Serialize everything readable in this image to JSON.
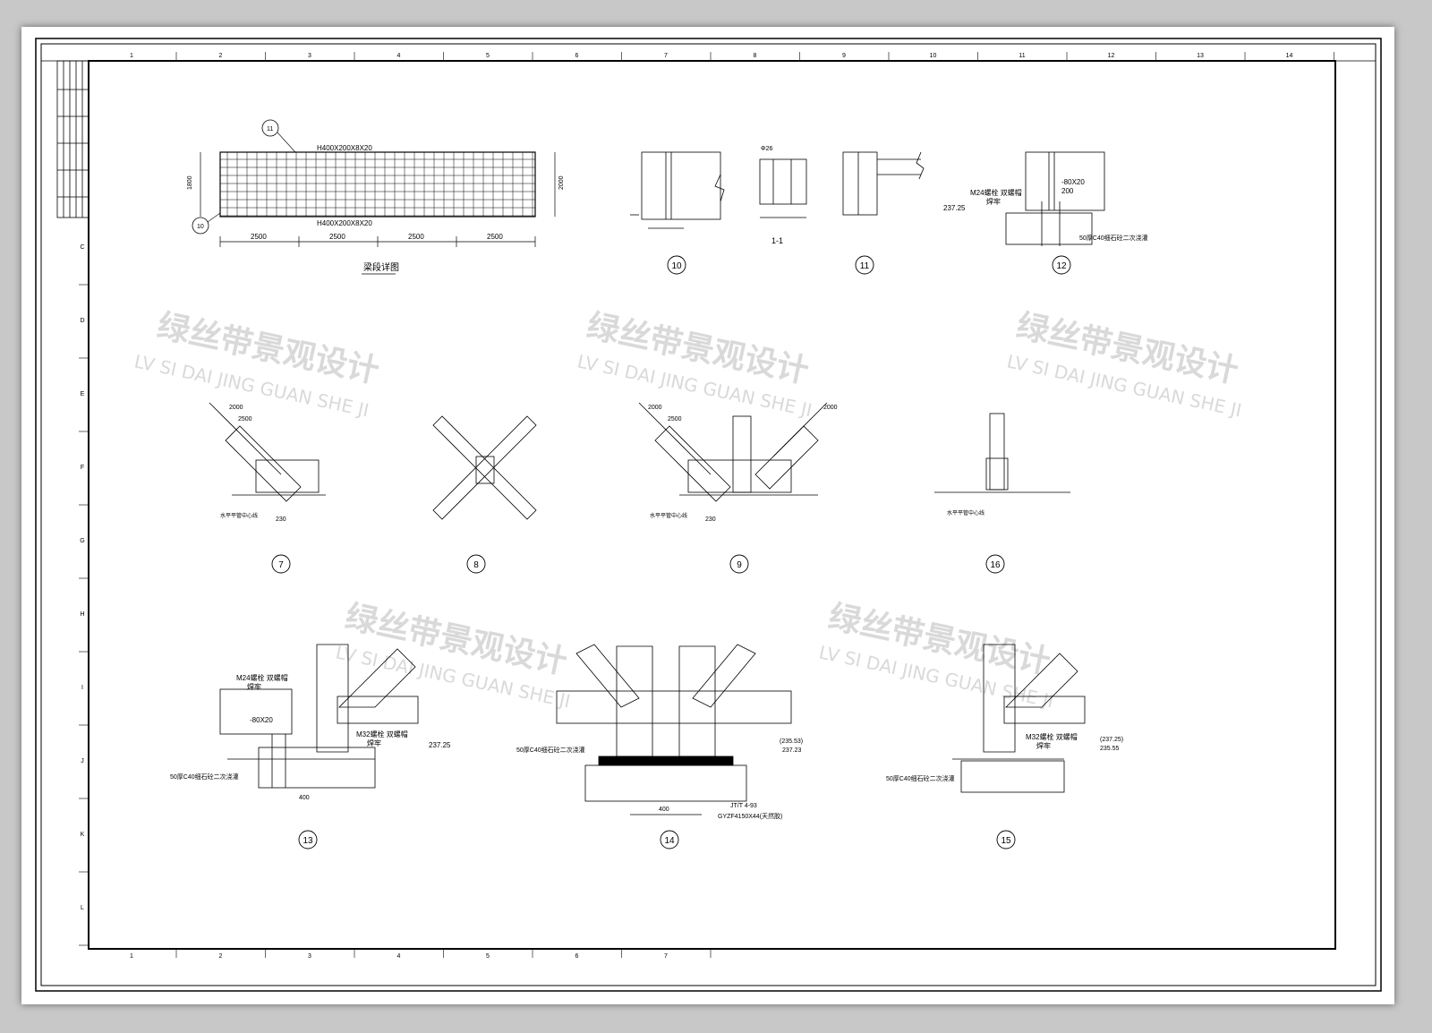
{
  "col_numbers_top": [
    "1",
    "2",
    "3",
    "4",
    "5",
    "6",
    "7",
    "8",
    "9",
    "10",
    "11",
    "12",
    "13",
    "14"
  ],
  "col_numbers_bottom": [
    "1",
    "2",
    "3",
    "4",
    "5",
    "6",
    "7"
  ],
  "row_letters": [
    "C",
    "D",
    "E",
    "F",
    "G",
    "H",
    "I",
    "J",
    "K",
    "L"
  ],
  "beam_detail": {
    "title": "梁段详图",
    "top_label": "H400X200X8X20",
    "bottom_label": "H400X200X8X20",
    "spans": [
      "2500",
      "2500",
      "2500",
      "2500"
    ],
    "left_height": "1800",
    "right_height": "2000",
    "callout_top": "11",
    "callout_bottom": "10"
  },
  "detail_numbers": [
    "10",
    "11",
    "12",
    "7",
    "8",
    "9",
    "16",
    "13",
    "14",
    "15"
  ],
  "section_label": "1-1",
  "notes": {
    "m24": "M24螺栓 双螺帽",
    "weld": "焊牢",
    "plate": "-80X20",
    "grout": "50厚C40细石砼二次浇灌",
    "m32": "M32螺栓 双螺帽",
    "elev1": "237.25",
    "elev2": "(235.53)",
    "elev3": "237.23",
    "elev4": "(237.25)",
    "elev5": "235.55",
    "bearing1": "JT/T 4-93",
    "bearing2": "GYZF4150X44(天然胶)",
    "dim400": "400",
    "dim230": "230",
    "dim200": "200",
    "axis": "水平平管中心线",
    "d2000": "2000",
    "d2500": "2500",
    "phi": "Φ26"
  },
  "watermark": {
    "cn": "绿丝带景观设计",
    "en": "LV SI DAI JING GUAN SHE JI"
  }
}
